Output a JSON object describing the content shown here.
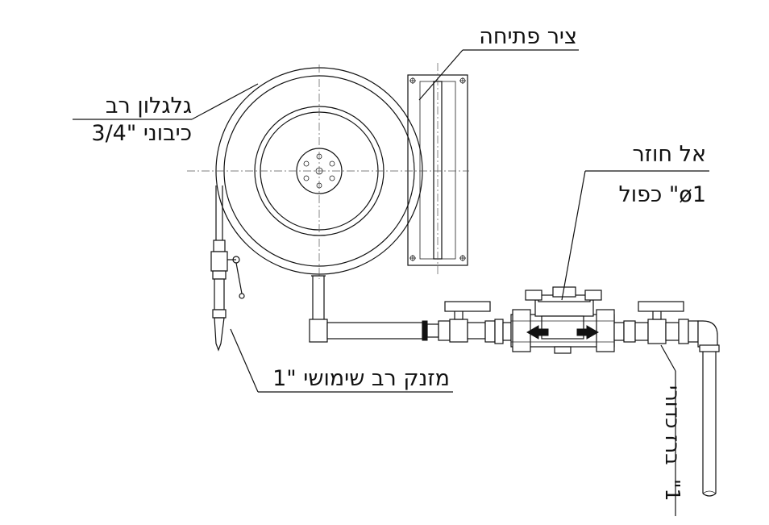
{
  "labels": {
    "opening_axis": "ציר פתיחה",
    "hose_reel_line1": "גלגלון רב",
    "hose_reel_line2": "כיבוני \"3/4",
    "check_valve_line1": "אל חוזר",
    "check_valve_line2": "כפול \"ø1",
    "multi_use_nozzle": "מזנק רב שימושי \"1",
    "ball_valve_line1": "ברז כדורי",
    "ball_valve_line2": "\"1"
  }
}
